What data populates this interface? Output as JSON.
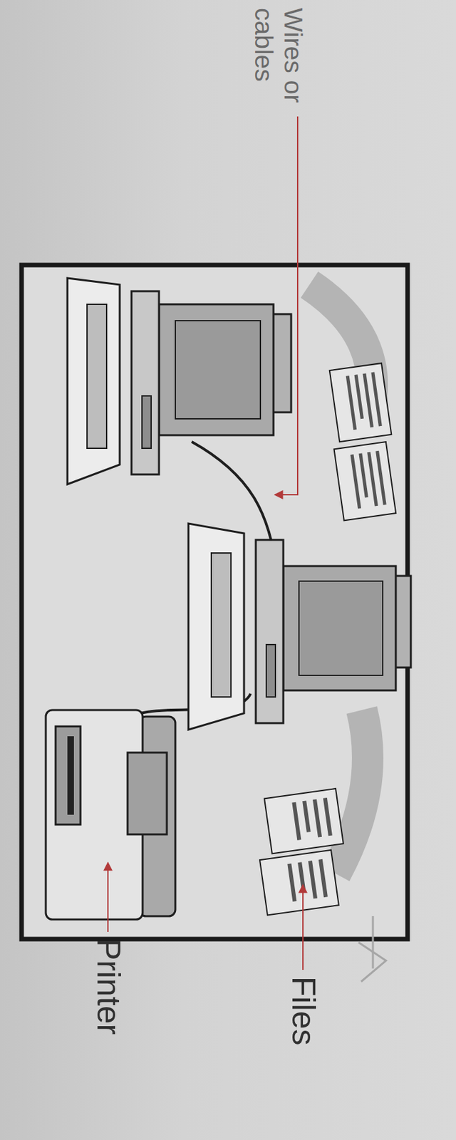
{
  "diagram": {
    "labels": [
      "Wires or cables",
      "Files",
      "Printer"
    ]
  }
}
